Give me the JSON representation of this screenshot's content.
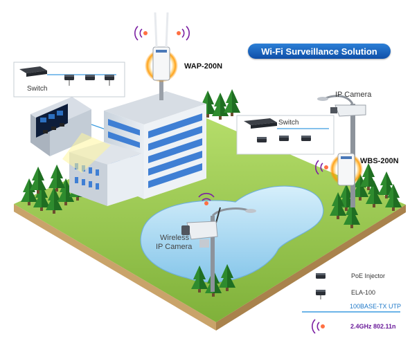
{
  "title": "Wi-Fi Surveillance Solution",
  "devices": {
    "wap": "WAP-200N",
    "wbs": "WBS-200N",
    "ip_camera": "IP Camera",
    "wireless_camera_line1": "Wireless",
    "wireless_camera_line2": "IP Camera"
  },
  "callouts": {
    "left_switch": "Switch",
    "right_switch": "Switch"
  },
  "legend": {
    "poe_injector": "PoE Injector",
    "ela": "ELA-100",
    "utp": "100BASE-TX UTP",
    "wifi": "2.4GHz 802.11n"
  },
  "colors": {
    "title_bg": "#1a62c0",
    "cable": "#3a9be0",
    "wifi_wave": "#7b1fa2",
    "grass": "#8bc34a",
    "water": "#a9d9f2",
    "building": "#e9eef3",
    "window": "#3f7fd4"
  }
}
